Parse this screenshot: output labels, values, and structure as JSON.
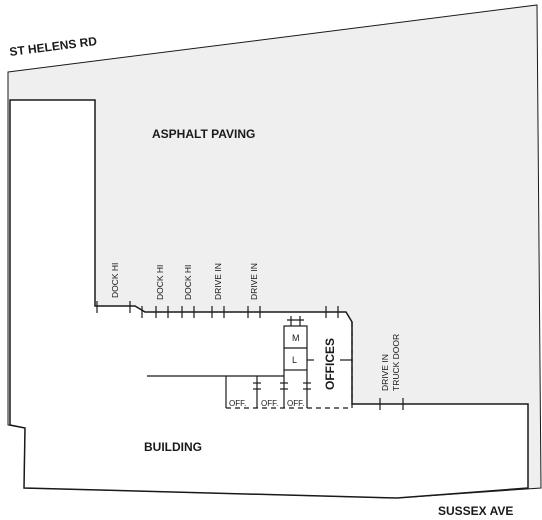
{
  "streets": {
    "north": "ST HELENS RD",
    "south": "SUSSEX AVE"
  },
  "areas": {
    "asphalt": "ASPHALT PAVING",
    "building": "BUILDING",
    "offices": "OFFICES"
  },
  "doors": {
    "dock_1": "DOCK HI",
    "dock_2": "DOCK HI",
    "dock_3": "DOCK HI",
    "drive_in_1": "DRIVE IN",
    "drive_in_2": "DRIVE IN",
    "drive_in_truck_line1": "DRIVE IN",
    "drive_in_truck_line2": "TRUCK DOOR"
  },
  "rooms": {
    "m": "M",
    "l": "L",
    "off_1": "OFF.",
    "off_2": "OFF.",
    "off_3": "OFF."
  },
  "colors": {
    "lot_fill": "#efefef",
    "line": "#1a1a1a",
    "background": "#ffffff"
  }
}
